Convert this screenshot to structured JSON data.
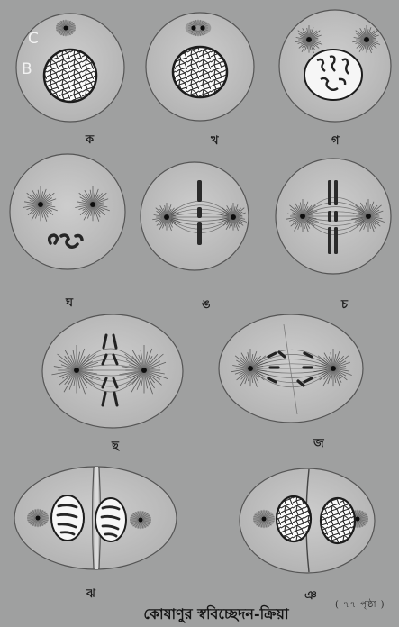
{
  "figure": {
    "caption": "কোষাণুর স্ববিচ্ছেদন-ক্রিয়া",
    "page_ref": "( ৭৭ পৃষ্ঠা )",
    "side_labels": {
      "c": "C",
      "b": "B"
    },
    "stage_labels": {
      "ka": "ক",
      "kha": "খ",
      "ga": "গ",
      "gha": "ঘ",
      "uma": "ঙ",
      "cha": "চ",
      "chha": "ছ",
      "ja": "জ",
      "jha": "ঝ",
      "nya": "ঞ"
    }
  }
}
